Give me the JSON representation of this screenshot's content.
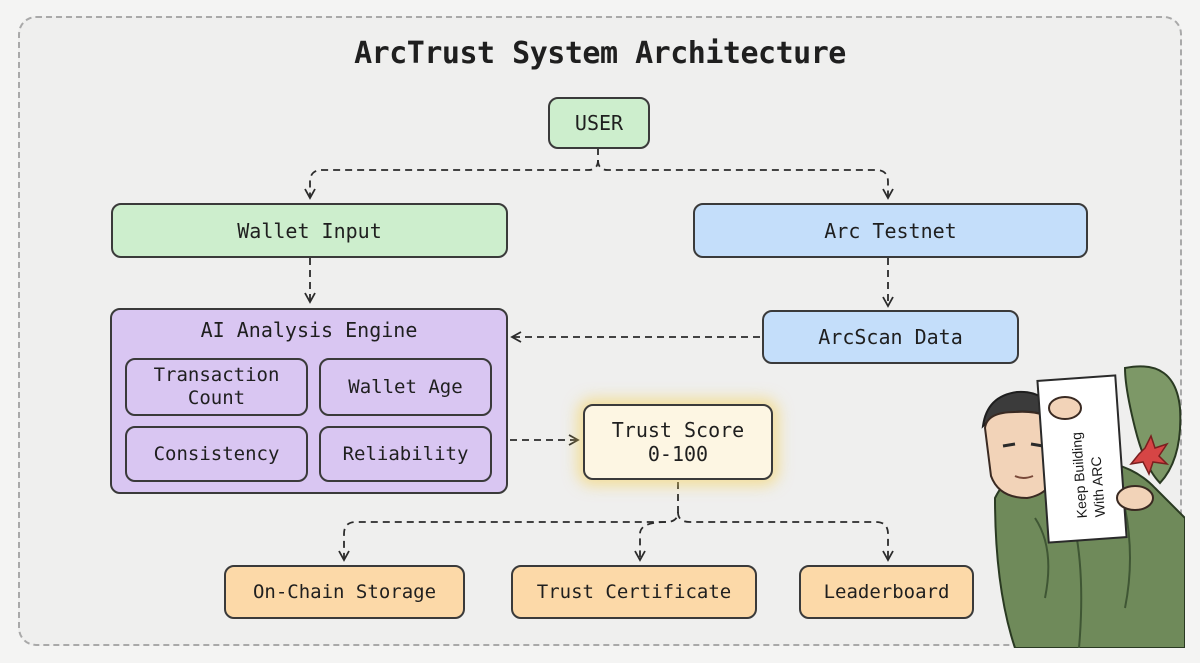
{
  "title": "ArcTrust System Architecture",
  "nodes": {
    "user": "USER",
    "wallet_input": "Wallet Input",
    "arc_testnet": "Arc Testnet",
    "arcscan_data": "ArcScan Data",
    "engine": {
      "title": "AI Analysis Engine",
      "metrics": [
        "Transaction Count",
        "Wallet Age",
        "Consistency",
        "Reliability"
      ]
    },
    "trust_score": {
      "label": "Trust Score",
      "range": "0-100"
    },
    "outputs": [
      "On-Chain Storage",
      "Trust Certificate",
      "Leaderboard"
    ]
  },
  "illustration": {
    "sign_text": "Keep Building With ARC"
  },
  "colors": {
    "green": "#cdeecd",
    "blue": "#c4defa",
    "purple": "#d9c6f2",
    "orange": "#fcd9a8",
    "glow": "#f6d25a"
  }
}
